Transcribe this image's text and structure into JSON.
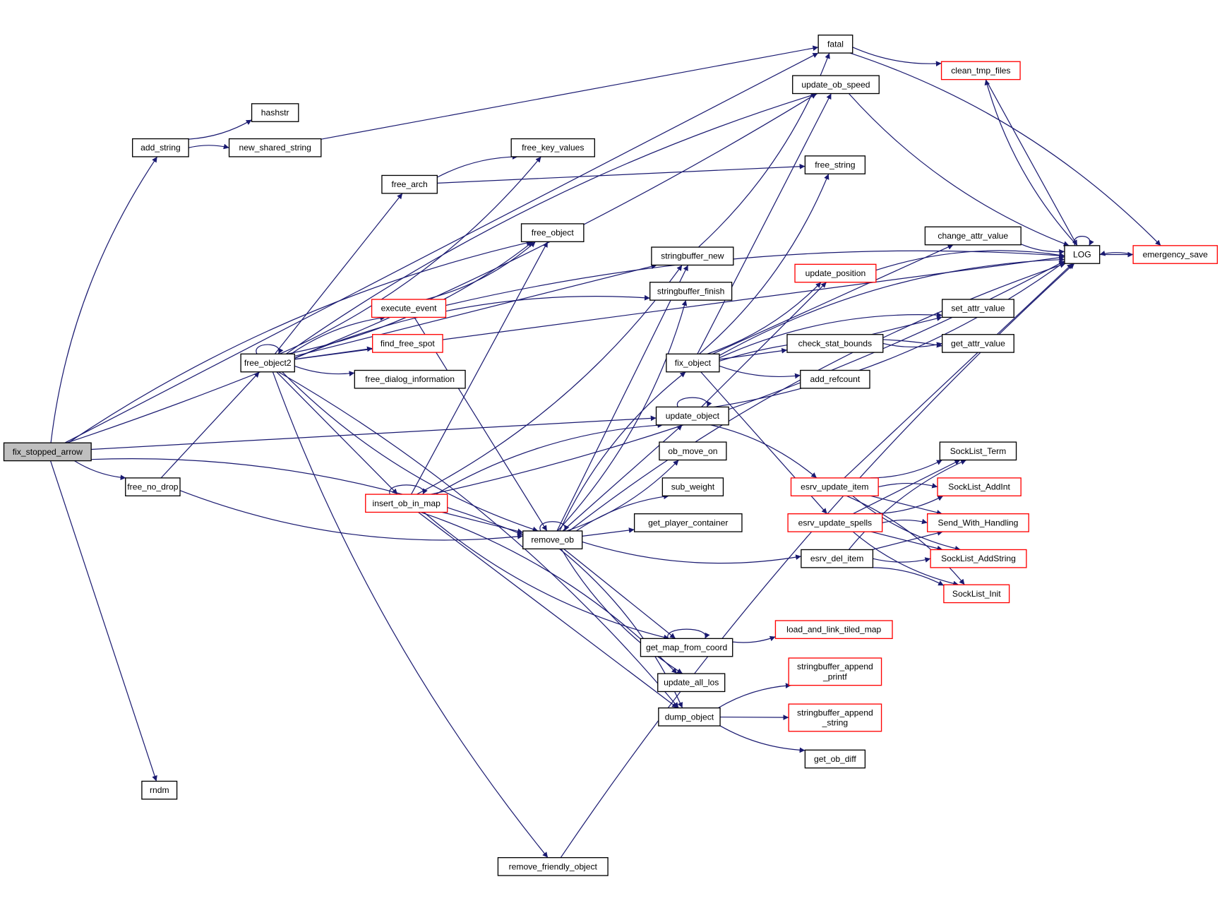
{
  "graph": {
    "title": "fix_stopped_arrow call graph",
    "colors": {
      "edge": "#191970",
      "link_border": "#ff0000",
      "plain_border": "#000000",
      "root_fill": "#bfbfbf"
    },
    "nodes": [
      {
        "id": "fix_stopped_arrow",
        "label": "fix_stopped_arrow",
        "style": "root"
      },
      {
        "id": "add_string",
        "label": "add_string",
        "style": "plain"
      },
      {
        "id": "hashstr",
        "label": "hashstr",
        "style": "plain"
      },
      {
        "id": "new_shared_string",
        "label": "new_shared_string",
        "style": "plain"
      },
      {
        "id": "fatal",
        "label": "fatal",
        "style": "plain"
      },
      {
        "id": "clean_tmp_files",
        "label": "clean_tmp_files",
        "style": "red"
      },
      {
        "id": "update_ob_speed",
        "label": "update_ob_speed",
        "style": "plain"
      },
      {
        "id": "free_key_values",
        "label": "free_key_values",
        "style": "plain"
      },
      {
        "id": "free_arch",
        "label": "free_arch",
        "style": "plain"
      },
      {
        "id": "free_string",
        "label": "free_string",
        "style": "plain"
      },
      {
        "id": "free_object",
        "label": "free_object",
        "style": "plain"
      },
      {
        "id": "stringbuffer_new",
        "label": "stringbuffer_new",
        "style": "plain"
      },
      {
        "id": "change_attr_value",
        "label": "change_attr_value",
        "style": "plain"
      },
      {
        "id": "LOG",
        "label": "LOG",
        "style": "plain"
      },
      {
        "id": "emergency_save",
        "label": "emergency_save",
        "style": "red"
      },
      {
        "id": "update_position",
        "label": "update_position",
        "style": "red"
      },
      {
        "id": "execute_event",
        "label": "execute_event",
        "style": "red"
      },
      {
        "id": "stringbuffer_finish",
        "label": "stringbuffer_finish",
        "style": "plain"
      },
      {
        "id": "set_attr_value",
        "label": "set_attr_value",
        "style": "plain"
      },
      {
        "id": "find_free_spot",
        "label": "find_free_spot",
        "style": "red"
      },
      {
        "id": "check_stat_bounds",
        "label": "check_stat_bounds",
        "style": "plain"
      },
      {
        "id": "get_attr_value",
        "label": "get_attr_value",
        "style": "plain"
      },
      {
        "id": "free_object2",
        "label": "free_object2",
        "style": "plain"
      },
      {
        "id": "fix_object",
        "label": "fix_object",
        "style": "plain"
      },
      {
        "id": "free_dialog_information",
        "label": "free_dialog_information",
        "style": "plain"
      },
      {
        "id": "add_refcount",
        "label": "add_refcount",
        "style": "plain"
      },
      {
        "id": "update_object",
        "label": "update_object",
        "style": "plain"
      },
      {
        "id": "ob_move_on",
        "label": "ob_move_on",
        "style": "plain"
      },
      {
        "id": "SockList_Term",
        "label": "SockList_Term",
        "style": "plain"
      },
      {
        "id": "free_no_drop",
        "label": "free_no_drop",
        "style": "plain"
      },
      {
        "id": "sub_weight",
        "label": "sub_weight",
        "style": "plain"
      },
      {
        "id": "esrv_update_item",
        "label": "esrv_update_item",
        "style": "red"
      },
      {
        "id": "SockList_AddInt",
        "label": "SockList_AddInt",
        "style": "red"
      },
      {
        "id": "insert_ob_in_map",
        "label": "insert_ob_in_map",
        "style": "red"
      },
      {
        "id": "get_player_container",
        "label": "get_player_container",
        "style": "plain"
      },
      {
        "id": "esrv_update_spells",
        "label": "esrv_update_spells",
        "style": "red"
      },
      {
        "id": "Send_With_Handling",
        "label": "Send_With_Handling",
        "style": "red"
      },
      {
        "id": "remove_ob",
        "label": "remove_ob",
        "style": "plain"
      },
      {
        "id": "esrv_del_item",
        "label": "esrv_del_item",
        "style": "plain"
      },
      {
        "id": "SockList_AddString",
        "label": "SockList_AddString",
        "style": "red"
      },
      {
        "id": "SockList_Init",
        "label": "SockList_Init",
        "style": "red"
      },
      {
        "id": "get_map_from_coord",
        "label": "get_map_from_coord",
        "style": "plain"
      },
      {
        "id": "load_and_link_tiled_map",
        "label": "load_and_link_tiled_map",
        "style": "red"
      },
      {
        "id": "stringbuffer_append_printf",
        "label": "stringbuffer_append\n_printf",
        "style": "red"
      },
      {
        "id": "update_all_los",
        "label": "update_all_los",
        "style": "plain"
      },
      {
        "id": "dump_object",
        "label": "dump_object",
        "style": "plain"
      },
      {
        "id": "stringbuffer_append_string",
        "label": "stringbuffer_append\n_string",
        "style": "red"
      },
      {
        "id": "get_ob_diff",
        "label": "get_ob_diff",
        "style": "plain"
      },
      {
        "id": "rndm",
        "label": "rndm",
        "style": "plain"
      },
      {
        "id": "remove_friendly_object",
        "label": "remove_friendly_object",
        "style": "plain"
      }
    ],
    "edges": [
      [
        "fix_stopped_arrow",
        "add_string"
      ],
      [
        "fix_stopped_arrow",
        "fatal"
      ],
      [
        "fix_stopped_arrow",
        "update_ob_speed"
      ],
      [
        "fix_stopped_arrow",
        "free_object"
      ],
      [
        "fix_stopped_arrow",
        "update_object"
      ],
      [
        "fix_stopped_arrow",
        "free_no_drop"
      ],
      [
        "fix_stopped_arrow",
        "remove_ob"
      ],
      [
        "fix_stopped_arrow",
        "rndm"
      ],
      [
        "add_string",
        "hashstr"
      ],
      [
        "add_string",
        "new_shared_string"
      ],
      [
        "new_shared_string",
        "fatal"
      ],
      [
        "fatal",
        "clean_tmp_files"
      ],
      [
        "fatal",
        "emergency_save"
      ],
      [
        "clean_tmp_files",
        "LOG"
      ],
      [
        "update_ob_speed",
        "LOG"
      ],
      [
        "LOG",
        "LOG"
      ],
      [
        "LOG",
        "emergency_save"
      ],
      [
        "emergency_save",
        "LOG"
      ],
      [
        "LOG",
        "clean_tmp_files"
      ],
      [
        "free_no_drop",
        "free_object2"
      ],
      [
        "free_no_drop",
        "remove_ob"
      ],
      [
        "free_object2",
        "free_object2"
      ],
      [
        "free_object2",
        "free_arch"
      ],
      [
        "free_object2",
        "free_key_values"
      ],
      [
        "free_object2",
        "update_ob_speed"
      ],
      [
        "free_object2",
        "stringbuffer_new"
      ],
      [
        "free_object2",
        "free_object"
      ],
      [
        "free_object2",
        "execute_event"
      ],
      [
        "free_object2",
        "find_free_spot"
      ],
      [
        "free_object2",
        "free_dialog_information"
      ],
      [
        "free_object2",
        "stringbuffer_finish"
      ],
      [
        "free_object2",
        "insert_ob_in_map"
      ],
      [
        "free_object2",
        "remove_ob"
      ],
      [
        "free_object2",
        "dump_object"
      ],
      [
        "free_object2",
        "LOG"
      ],
      [
        "free_object2",
        "remove_friendly_object"
      ],
      [
        "free_arch",
        "free_key_values"
      ],
      [
        "free_arch",
        "free_string"
      ],
      [
        "execute_event",
        "free_object"
      ],
      [
        "execute_event",
        "LOG"
      ],
      [
        "execute_event",
        "remove_ob"
      ],
      [
        "stringbuffer_new",
        "fatal"
      ],
      [
        "insert_ob_in_map",
        "insert_ob_in_map"
      ],
      [
        "insert_ob_in_map",
        "free_object"
      ],
      [
        "insert_ob_in_map",
        "stringbuffer_new"
      ],
      [
        "insert_ob_in_map",
        "update_object"
      ],
      [
        "insert_ob_in_map",
        "remove_ob"
      ],
      [
        "insert_ob_in_map",
        "get_map_from_coord"
      ],
      [
        "insert_ob_in_map",
        "update_all_los"
      ],
      [
        "insert_ob_in_map",
        "dump_object"
      ],
      [
        "insert_ob_in_map",
        "LOG"
      ],
      [
        "remove_ob",
        "remove_ob"
      ],
      [
        "remove_ob",
        "stringbuffer_new"
      ],
      [
        "remove_ob",
        "stringbuffer_finish"
      ],
      [
        "remove_ob",
        "fix_object"
      ],
      [
        "remove_ob",
        "update_object"
      ],
      [
        "remove_ob",
        "ob_move_on"
      ],
      [
        "remove_ob",
        "sub_weight"
      ],
      [
        "remove_ob",
        "get_player_container"
      ],
      [
        "remove_ob",
        "esrv_del_item"
      ],
      [
        "remove_ob",
        "LOG"
      ],
      [
        "remove_ob",
        "get_map_from_coord"
      ],
      [
        "remove_ob",
        "update_all_los"
      ],
      [
        "remove_ob",
        "dump_object"
      ],
      [
        "fix_object",
        "update_ob_speed"
      ],
      [
        "fix_object",
        "free_string"
      ],
      [
        "fix_object",
        "LOG"
      ],
      [
        "fix_object",
        "change_attr_value"
      ],
      [
        "fix_object",
        "update_position"
      ],
      [
        "fix_object",
        "set_attr_value"
      ],
      [
        "fix_object",
        "check_stat_bounds"
      ],
      [
        "fix_object",
        "add_refcount"
      ],
      [
        "fix_object",
        "get_attr_value"
      ],
      [
        "fix_object",
        "esrv_update_spells"
      ],
      [
        "change_attr_value",
        "LOG"
      ],
      [
        "update_position",
        "LOG"
      ],
      [
        "check_stat_bounds",
        "set_attr_value"
      ],
      [
        "check_stat_bounds",
        "get_attr_value"
      ],
      [
        "update_object",
        "update_object"
      ],
      [
        "update_object",
        "update_position"
      ],
      [
        "update_object",
        "LOG"
      ],
      [
        "update_object",
        "esrv_update_item"
      ],
      [
        "esrv_update_item",
        "LOG"
      ],
      [
        "esrv_update_item",
        "SockList_Term"
      ],
      [
        "esrv_update_item",
        "SockList_AddInt"
      ],
      [
        "esrv_update_item",
        "Send_With_Handling"
      ],
      [
        "esrv_update_item",
        "SockList_AddString"
      ],
      [
        "esrv_update_item",
        "SockList_Init"
      ],
      [
        "esrv_update_spells",
        "SockList_Term"
      ],
      [
        "esrv_update_spells",
        "SockList_AddInt"
      ],
      [
        "esrv_update_spells",
        "Send_With_Handling"
      ],
      [
        "esrv_update_spells",
        "SockList_AddString"
      ],
      [
        "esrv_update_spells",
        "SockList_Init"
      ],
      [
        "esrv_del_item",
        "SockList_Term"
      ],
      [
        "esrv_del_item",
        "Send_With_Handling"
      ],
      [
        "esrv_del_item",
        "SockList_AddString"
      ],
      [
        "esrv_del_item",
        "SockList_Init"
      ],
      [
        "get_map_from_coord",
        "get_map_from_coord"
      ],
      [
        "get_map_from_coord",
        "load_and_link_tiled_map"
      ],
      [
        "dump_object",
        "stringbuffer_append_printf"
      ],
      [
        "dump_object",
        "stringbuffer_append_string"
      ],
      [
        "dump_object",
        "get_ob_diff"
      ],
      [
        "remove_friendly_object",
        "LOG"
      ]
    ]
  }
}
